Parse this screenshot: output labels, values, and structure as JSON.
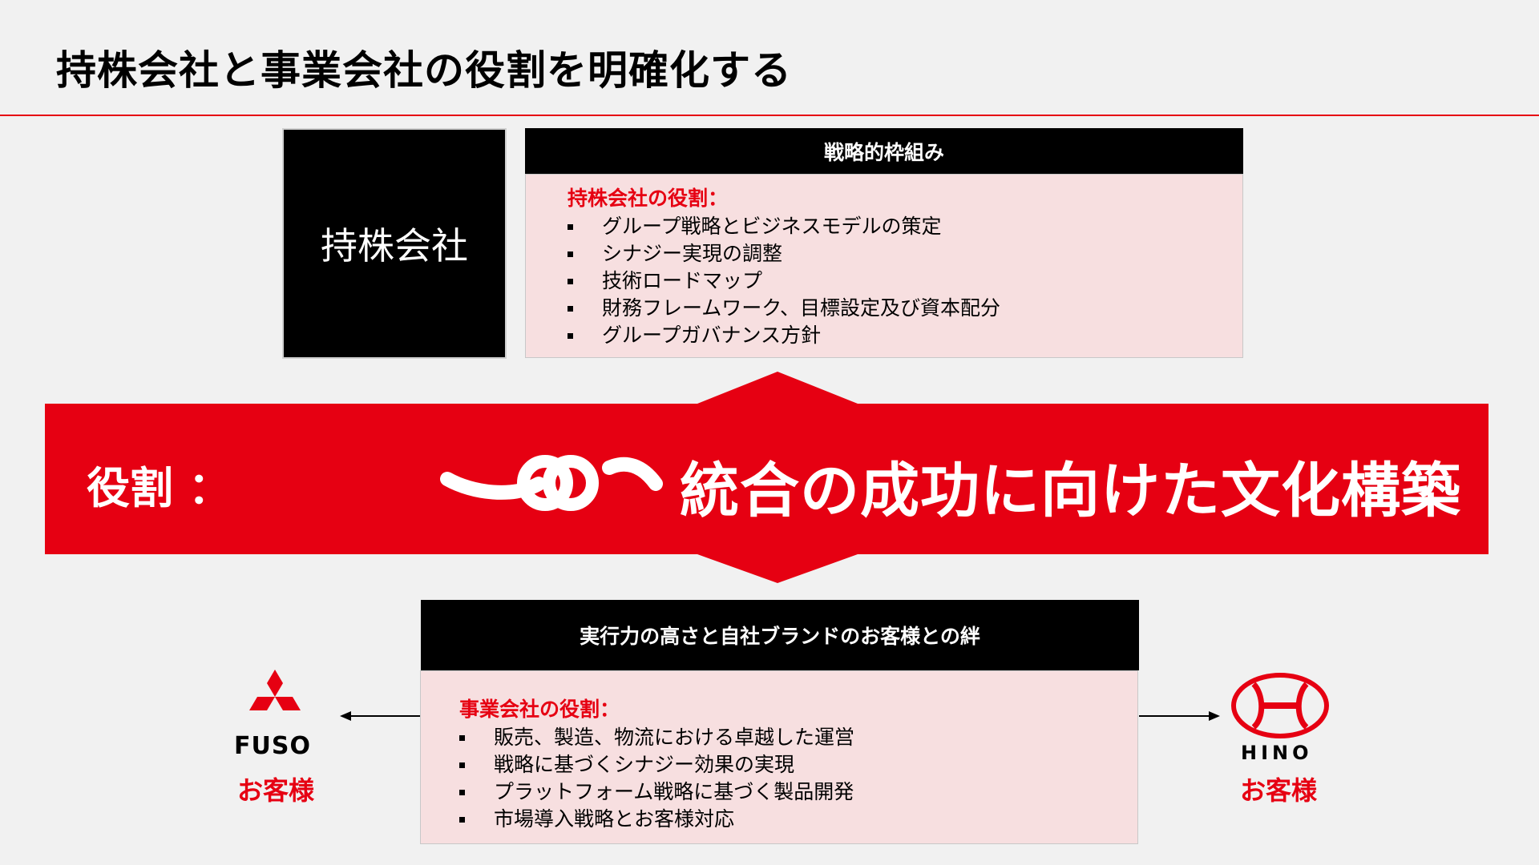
{
  "title": "持株会社と事業会社の役割を明確化する",
  "holding": {
    "label": "持株会社",
    "framework_header": "戦略的枠組み",
    "role_title": "持株会社の役割：",
    "items": [
      "グループ戦略とビジネスモデルの策定",
      "シナジー実現の調整",
      "技術ロードマップ",
      "財務フレームワーク、目標設定及び資本配分",
      "グループガバナンス方針"
    ]
  },
  "band": {
    "role_label": "役割 ：",
    "culture_text": "統合の成功に向けた文化構築",
    "color": "#e60012"
  },
  "business": {
    "header": "実行力の高さと自社ブランドのお客様との絆",
    "role_title": "事業会社の役割：",
    "items": [
      "販売、製造、物流における卓越した運営",
      "戦略に基づくシナジー効果の実現",
      "プラットフォーム戦略に基づく製品開発",
      "市場導入戦略とお客様対応"
    ]
  },
  "left_brand": {
    "name": "FUSO",
    "customer": "お客様",
    "icon": "three-diamonds-logo"
  },
  "right_brand": {
    "name": "HINO",
    "customer": "お客様",
    "icon": "hino-h-logo"
  }
}
